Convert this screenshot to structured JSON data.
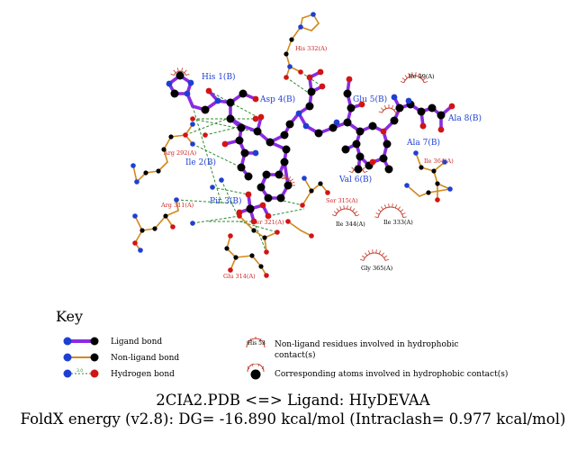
{
  "colors": {
    "ligand_bond": "#8a2be2",
    "nonligand_bond": "#d2891c",
    "hbond": "#2e8b2e",
    "carbon": "#000000",
    "nitrogen": "#1f3fd1",
    "oxygen": "#d21414",
    "ligand_label": "#1f3fd1",
    "protein_label": "#cc2222",
    "hydrophobic": "#c43a2a"
  },
  "ligand_residues": [
    {
      "id": "his1",
      "label": "His 1(B)"
    },
    {
      "id": "ile2",
      "label": "Ile 2(B)"
    },
    {
      "id": "pir3",
      "label": "Pir 3(B)"
    },
    {
      "id": "asp4",
      "label": "Asp 4(B)"
    },
    {
      "id": "glu5",
      "label": "Glu 5(B)"
    },
    {
      "id": "val6",
      "label": "Val 6(B)"
    },
    {
      "id": "ala7",
      "label": "Ala 7(B)"
    },
    {
      "id": "ala8",
      "label": "Ala 8(B)"
    }
  ],
  "protein_residues": [
    {
      "id": "his332",
      "label": "His 332(A)"
    },
    {
      "id": "arg292",
      "label": "Arg 292(A)"
    },
    {
      "id": "arg311",
      "label": "Arg 311(A)"
    },
    {
      "id": "ser321",
      "label": "Ser 321(A)"
    },
    {
      "id": "ser315",
      "label": "Ser 315(A)"
    },
    {
      "id": "glu314",
      "label": "Glu 314(A)"
    },
    {
      "id": "ile364",
      "label": "Ile 364(A)"
    }
  ],
  "hydrophobic_residues": [
    {
      "id": "ile390",
      "label": "Ile 39(A)"
    },
    {
      "id": "ile344",
      "label": "Ile 344(A)"
    },
    {
      "id": "ile333",
      "label": "Ile 333(A)"
    },
    {
      "id": "gly365",
      "label": "Gly 365(A)"
    }
  ],
  "key": {
    "title": "Key",
    "ligand_bond": "Ligand bond",
    "nonligand_bond": "Non-ligand bond",
    "hydrogen_bond": "Hydrogen bond",
    "hbond_length": "3.0",
    "hydrophobic_example": "His 53",
    "hydrophobic_residues": "Non-ligand residues involved in hydrophobic contact(s)",
    "hydrophobic_atoms": "Corresponding atoms involved in hydrophobic contact(s)"
  },
  "caption": {
    "line1": "2CIA2.PDB <=> Ligand: HIyDEVAA",
    "line2": "FoldX energy (v2.8): DG= -16.890 kcal/mol (Intraclash= 0.977 kcal/mol)"
  }
}
